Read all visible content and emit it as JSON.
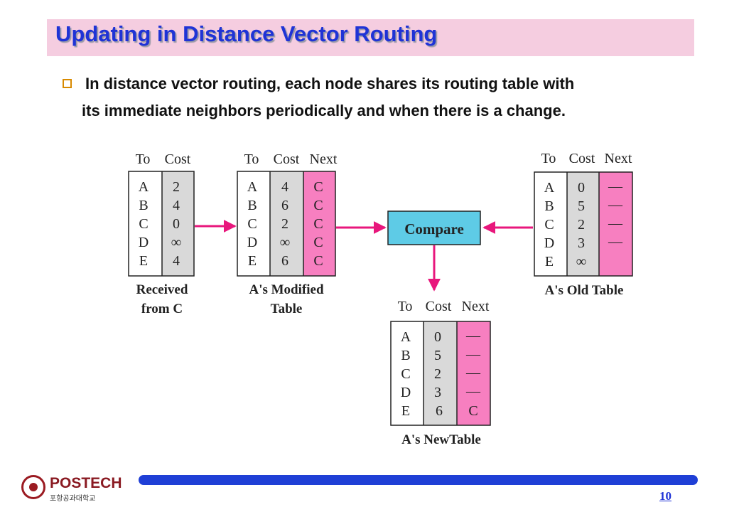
{
  "slide": {
    "title": "Updating in Distance Vector Routing",
    "bullet_line1": "In distance vector routing, each node shares its routing table with",
    "bullet_line2": "its immediate neighbors periodically and when there is a change.",
    "page_number": "10"
  },
  "diagram": {
    "headers": {
      "to": "To",
      "cost": "Cost",
      "next": "Next"
    },
    "compare_label": "Compare",
    "received": {
      "caption_line1": "Received",
      "caption_line2": "from C",
      "to": [
        "A",
        "B",
        "C",
        "D",
        "E"
      ],
      "cost": [
        "2",
        "4",
        "0",
        "∞",
        "4"
      ]
    },
    "modified": {
      "caption_line1": "A's Modified",
      "caption_line2": "Table",
      "to": [
        "A",
        "B",
        "C",
        "D",
        "E"
      ],
      "cost": [
        "4",
        "6",
        "2",
        "∞",
        "6"
      ],
      "next": [
        "C",
        "C",
        "C",
        "C",
        "C"
      ]
    },
    "old": {
      "caption": "A's Old Table",
      "to": [
        "A",
        "B",
        "C",
        "D",
        "E"
      ],
      "cost": [
        "0",
        "5",
        "2",
        "3",
        "∞"
      ],
      "next": [
        "—",
        "—",
        "—",
        "—",
        ""
      ]
    },
    "new": {
      "caption": "A's NewTable",
      "to": [
        "A",
        "B",
        "C",
        "D",
        "E"
      ],
      "cost": [
        "0",
        "5",
        "2",
        "3",
        "6"
      ],
      "next": [
        "—",
        "—",
        "—",
        "—",
        "C"
      ]
    }
  },
  "logo": {
    "name": "POSTECH",
    "subtitle": "포항공과대학교"
  },
  "colors": {
    "title_band": "#f5cde0",
    "title_text": "#1f33d6",
    "cost_column": "#d9d9d9",
    "next_column": "#f77fc0",
    "compare_box": "#5ecbe6",
    "arrow": "#e8177c",
    "bottom_bar": "#1f3fd6",
    "logo_red": "#8a1a22"
  }
}
